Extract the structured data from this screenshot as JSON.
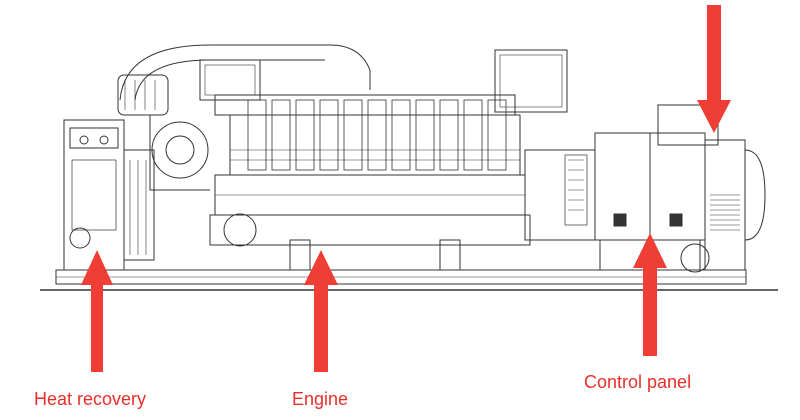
{
  "labels": {
    "heat_recovery": "Heat recovery",
    "engine": "Engine",
    "control_panel": "Control panel"
  },
  "colors": {
    "arrow": "#ef3e36",
    "label": "#e8302a",
    "line": "#333333",
    "background": "#ffffff"
  }
}
